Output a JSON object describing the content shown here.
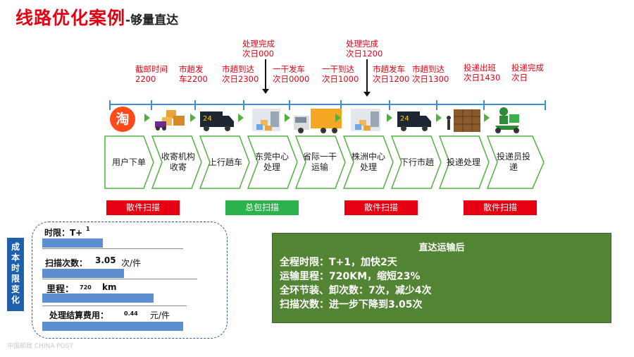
{
  "title": {
    "main": "线路优化案例",
    "sub": "-够量直达"
  },
  "timeline_labels": [
    {
      "l1": "截邮时间",
      "l2": "2200"
    },
    {
      "l1": "市趟发",
      "l2": "车2200"
    },
    {
      "l1": "市趟到达",
      "l2": "次日2300"
    },
    {
      "l1": "处理完成",
      "l2": "次日000"
    },
    {
      "l1": "一干发车",
      "l2": "次日0000"
    },
    {
      "l1": "一干到达",
      "l2": "次日1000"
    },
    {
      "l1": "处理完成",
      "l2": "次日1200"
    },
    {
      "l1": "市趟发车",
      "l2": "次日1200"
    },
    {
      "l1": "市趟到达",
      "l2": "次日1300"
    },
    {
      "l1": "投递出班",
      "l2": "次日1430"
    },
    {
      "l1": "投递完成",
      "l2": "次日"
    }
  ],
  "steps": [
    {
      "label": "用户下单"
    },
    {
      "label": "收寄机构\n收寄"
    },
    {
      "label": "上行趟车"
    },
    {
      "label": "东莞中心\n处理"
    },
    {
      "label": "省际一干\n运输"
    },
    {
      "label": "株洲中心\n处理"
    },
    {
      "label": "下行市趟"
    },
    {
      "label": "投递处理"
    },
    {
      "label": "投递员投\n递"
    }
  ],
  "icons": {
    "taobao_char": "淘",
    "truck_badge": "24"
  },
  "scan_bars": [
    {
      "label": "散件扫描",
      "color": "#e60012"
    },
    {
      "label": "总包扫描",
      "color": "#2bb24c"
    },
    {
      "label": "散件扫描",
      "color": "#e60012"
    },
    {
      "label": "散件扫描",
      "color": "#e60012"
    }
  ],
  "cost": {
    "tag": "成本时限变化",
    "time_label": "时限：T+",
    "time_value": "1",
    "scan_label": "扫描次数：",
    "scan_value": "3.05",
    "scan_unit": "次/件",
    "dist_label": "里程：",
    "dist_value": "720",
    "dist_unit": "km",
    "fee_label": "处理结算费用：",
    "fee_value": "0.44",
    "fee_unit": "元/件",
    "bars": {
      "time": 0.41,
      "scan": 0.55,
      "dist": 0.75,
      "fee": 0.95
    }
  },
  "summary": {
    "heading": "直达运输后",
    "lines": [
      "全程时限：T+1，加快2天",
      "运输里程：720KM，缩短23%",
      "全环节装、卸次数：7次，减少4次",
      "扫描次数：进一步下降到3.05次"
    ]
  },
  "colors": {
    "red": "#e60012",
    "green": "#2bb24c",
    "blue": "#3b8fd6",
    "summary_bg": "#528434",
    "chevron_green": "#52b043"
  },
  "watermark": "中国邮政 CHINA POST"
}
